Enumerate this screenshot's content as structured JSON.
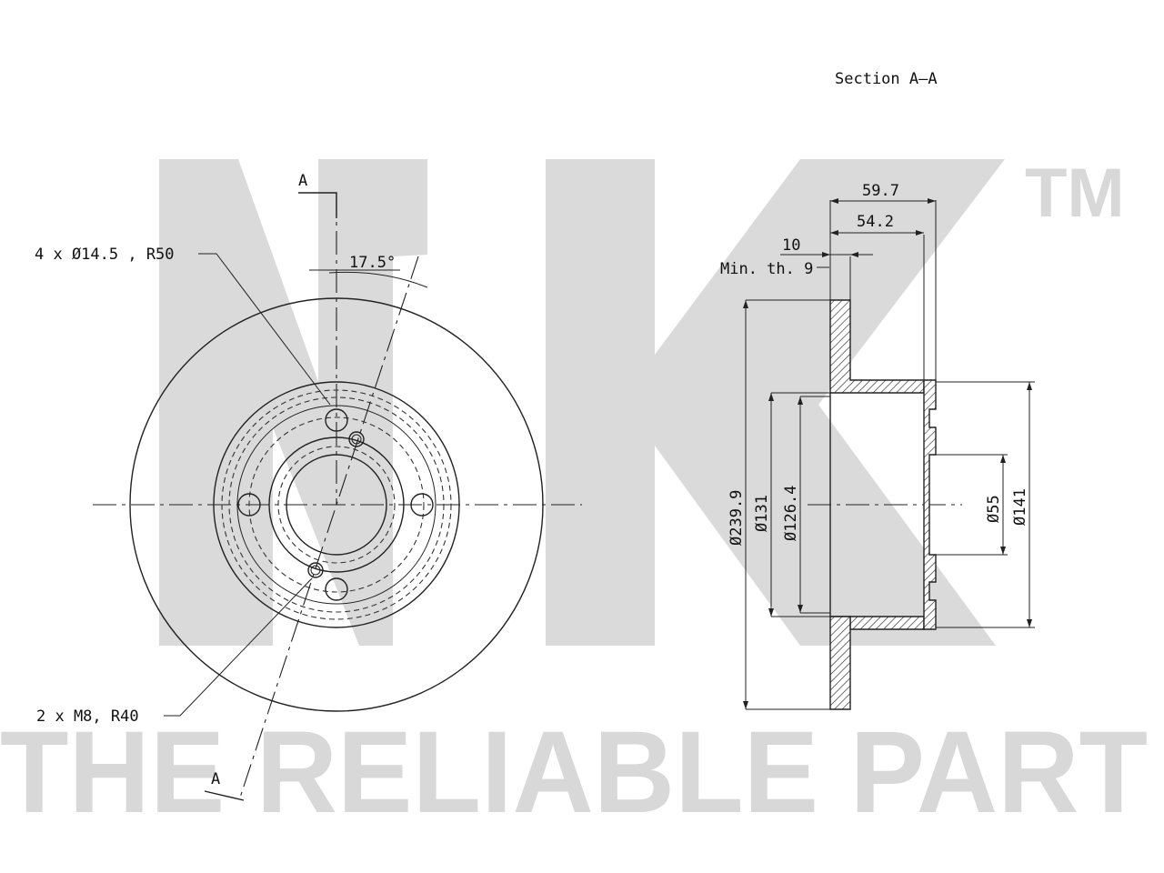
{
  "watermark": {
    "brand": "NK",
    "trademark": "TM",
    "slogan": "THE RELIABLE PART"
  },
  "section_title": "Section A–A",
  "front_view": {
    "section_mark_top": "A",
    "section_mark_bottom": "A",
    "angle_label": "17.5°",
    "bolt_holes_label": "4 x Ø14.5 , R50",
    "threaded_holes_label": "2 x M8, R40"
  },
  "section_view": {
    "overall_height": "59.7",
    "hat_height": "54.2",
    "thickness": "10",
    "min_thickness": "Min. th. 9",
    "disc_diameter": "Ø239.9",
    "hat_outer_diameter": "Ø131",
    "hat_inner_diameter": "Ø126.4",
    "center_bore": "Ø55",
    "hub_diameter": "Ø141"
  },
  "colors": {
    "watermark": "#d8d8d8",
    "line": "#222222",
    "background": "#ffffff"
  }
}
